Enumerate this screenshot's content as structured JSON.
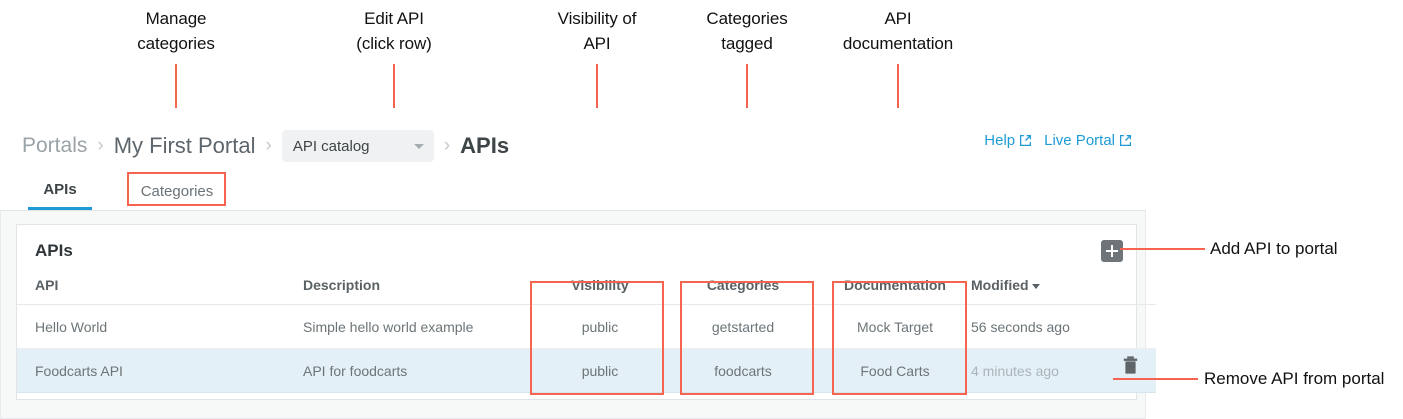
{
  "annotations": {
    "callouts": [
      {
        "id": "manage-categories",
        "text": "Manage\ncategories"
      },
      {
        "id": "edit-api",
        "text": "Edit API\n(click row)"
      },
      {
        "id": "visibility-of-api",
        "text": "Visibility of\nAPI"
      },
      {
        "id": "categories-tagged",
        "text": "Categories\ntagged"
      },
      {
        "id": "api-documentation",
        "text": "API\ndocumentation"
      },
      {
        "id": "add-api-to-portal",
        "text": "Add API to portal"
      },
      {
        "id": "remove-api-from-portal",
        "text": "Remove API from portal"
      }
    ],
    "accent_color": "#f4644f"
  },
  "app": {
    "breadcrumb": {
      "root": "Portals",
      "portal": "My First Portal",
      "catalog_select": "API catalog",
      "current": "APIs",
      "separator": "›"
    },
    "header_links": [
      {
        "label": "Help",
        "icon": "external-link-icon"
      },
      {
        "label": "Live Portal",
        "icon": "external-link-icon"
      }
    ],
    "tabs": [
      {
        "id": "apis",
        "label": "APIs",
        "active": true
      },
      {
        "id": "categories",
        "label": "Categories",
        "active": false
      }
    ],
    "card": {
      "title": "APIs",
      "add_button": {
        "icon": "plus-icon",
        "tooltip": "Add API to portal"
      },
      "columns": [
        {
          "key": "api",
          "label": "API"
        },
        {
          "key": "description",
          "label": "Description"
        },
        {
          "key": "visibility",
          "label": "Visibility"
        },
        {
          "key": "categories",
          "label": "Categories"
        },
        {
          "key": "documentation",
          "label": "Documentation"
        },
        {
          "key": "modified",
          "label": "Modified",
          "sorted": true,
          "sort_indicator": "▾"
        }
      ],
      "rows": [
        {
          "api": "Hello World",
          "description": "Simple hello world example",
          "visibility": "public",
          "categories": "getstarted",
          "documentation": "Mock Target",
          "modified": "56 seconds ago",
          "selected": false,
          "has_delete": false
        },
        {
          "api": "Foodcarts API",
          "description": "API for foodcarts",
          "visibility": "public",
          "categories": "foodcarts",
          "documentation": "Food Carts",
          "modified": "4 minutes ago",
          "selected": true,
          "has_delete": true,
          "delete_icon": "trash-icon"
        }
      ]
    },
    "colors": {
      "accent_blue": "#1e9bd7",
      "selected_row": "#e3f0f7",
      "add_button": "#6e7478"
    }
  }
}
